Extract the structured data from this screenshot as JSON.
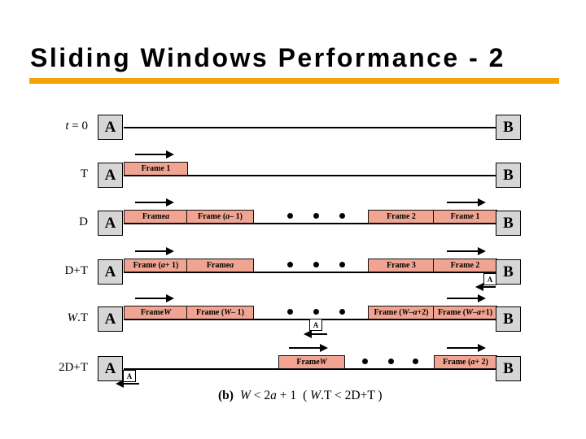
{
  "title": "Sliding Windows Performance - 2",
  "colors": {
    "accent": "#F4A306",
    "frame_fill": "#F0A491",
    "node_fill": "#D6D6D6"
  },
  "nodes": {
    "sender": "A",
    "receiver": "B",
    "ack": "A"
  },
  "rows": [
    {
      "time_label": "t = 0"
    },
    {
      "time_label": "T",
      "frames_out": [
        "Frame 1"
      ]
    },
    {
      "time_label": "D",
      "frames_out": [
        "Frame a",
        "Frame (a – 1)"
      ],
      "frames_in": [
        "Frame 2",
        "Frame 1"
      ]
    },
    {
      "time_label": "D+T",
      "frames_out": [
        "Frame (a + 1)",
        "Frame a"
      ],
      "frames_in": [
        "Frame 3",
        "Frame 2"
      ]
    },
    {
      "time_label": "W.T",
      "frames_out": [
        "Frame W",
        "Frame (W – 1)"
      ],
      "frames_in": [
        "Frame (W–a+2)",
        "Frame (W–a+1)"
      ]
    },
    {
      "time_label": "2D+T",
      "frames_out": [
        "Frame W"
      ],
      "frames_in": [
        "Frame (a + 2)"
      ]
    }
  ],
  "caption": {
    "prefix": "(b)",
    "formula": "W < 2a + 1",
    "condition": "( W.T < 2D+T )"
  }
}
